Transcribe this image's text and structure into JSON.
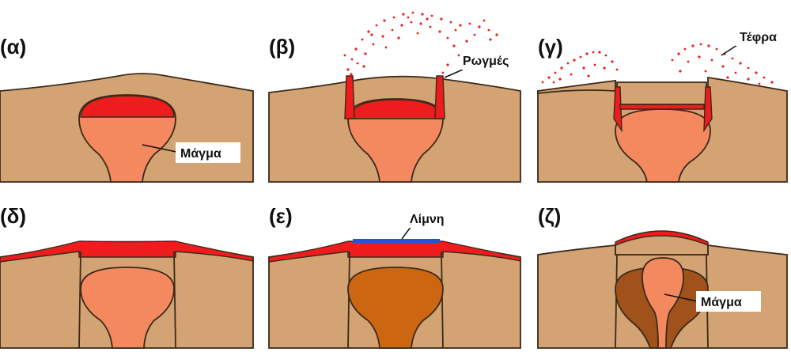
{
  "panels": [
    {
      "label": "(α)"
    },
    {
      "label": "(β)"
    },
    {
      "label": "(γ)"
    },
    {
      "label": "(δ)"
    },
    {
      "label": "(ε)"
    },
    {
      "label": "(ζ)"
    }
  ],
  "callouts": {
    "magma_a": "Μάγμα",
    "cracks": "Ρωγμές",
    "tephra": "Τέφρα",
    "lake": "Λίμνη",
    "magma_z": "Μάγμα"
  },
  "colors": {
    "crust": "#D4A373",
    "magma": "#F4895F",
    "lava": "#EE1C1C",
    "cooled_magma": "#CC6611",
    "old_rock": "#A0521A",
    "lake": "#2255DD",
    "outline": "#3a2a1a"
  }
}
